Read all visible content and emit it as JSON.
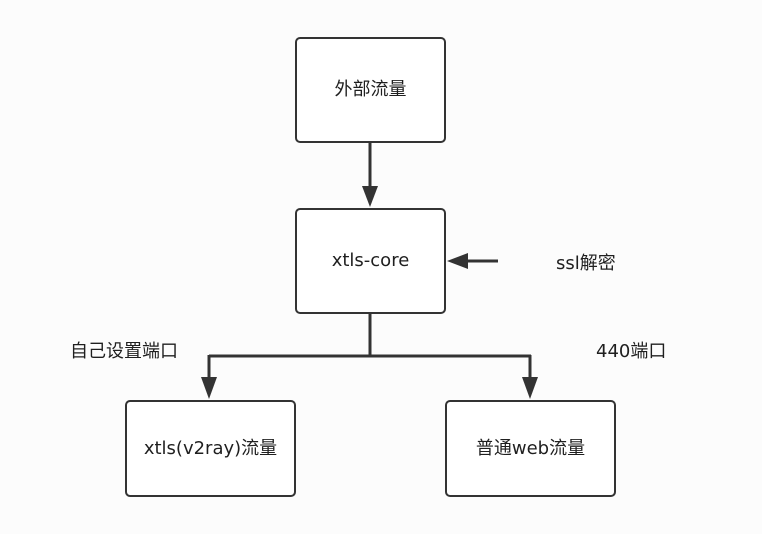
{
  "diagram": {
    "nodes": {
      "external": "外部流量",
      "core": "xtls-core",
      "xtls": "xtls(v2ray)流量",
      "web": "普通web流量"
    },
    "labels": {
      "ssl": "ssl解密",
      "self_port": "自己设置端口",
      "port_440": "440端口"
    },
    "edges": [
      {
        "from": "external",
        "to": "core"
      },
      {
        "from": "core",
        "to": "xtls",
        "label": "self_port"
      },
      {
        "from": "core",
        "to": "web",
        "label": "port_440"
      },
      {
        "from": "ssl",
        "to": "core"
      }
    ],
    "colors": {
      "stroke": "#333333",
      "node_fill": "#ffffff",
      "background": "#fcfcfc"
    }
  }
}
